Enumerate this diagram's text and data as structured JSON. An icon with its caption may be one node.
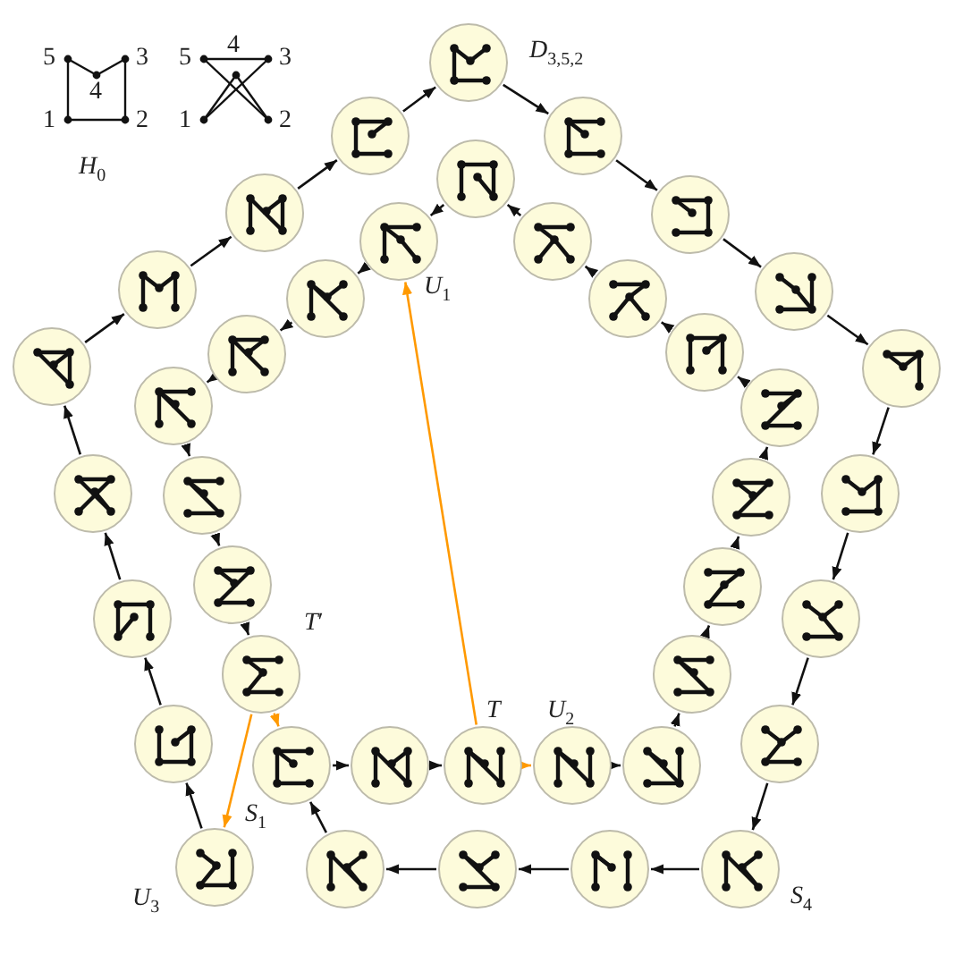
{
  "diagram": {
    "nodes": [
      {
        "text": [],
        "shape": "picture",
        "beside": [
          "*U*$_{3}$"
        ]
      },
      {
        "text": [],
        "shape": "picture"
      },
      {
        "text": [],
        "shape": "picture"
      },
      {
        "text": [],
        "shape": "picture"
      },
      {
        "text": [],
        "shape": "picture"
      },
      {
        "text": [],
        "shape": "picture"
      },
      {
        "text": [],
        "shape": "picture"
      },
      {
        "text": [],
        "shape": "picture"
      },
      {
        "text": [],
        "shape": "picture",
        "beside": [
          "*D*$_{3,5,2}$"
        ]
      },
      {
        "text": [],
        "shape": "picture"
      },
      {
        "text": [],
        "shape": "picture"
      },
      {
        "text": [],
        "shape": "picture"
      },
      {
        "text": [],
        "shape": "picture"
      },
      {
        "text": [],
        "shape": "picture"
      },
      {
        "text": [],
        "shape": "picture"
      },
      {
        "text": [],
        "shape": "picture"
      },
      {
        "text": [],
        "shape": "picture",
        "beside": [
          "*S*$_{4}$"
        ]
      },
      {
        "text": [],
        "shape": "picture"
      },
      {
        "text": [],
        "shape": "picture"
      },
      {
        "text": [],
        "shape": "picture"
      },
      {
        "text": [],
        "shape": "picture",
        "beside": [
          "*S*$_{1}$"
        ]
      },
      {
        "text": [],
        "shape": "picture"
      },
      {
        "text": [],
        "shape": "picture",
        "beside": [
          "*T*"
        ]
      },
      {
        "text": [],
        "shape": "picture",
        "beside": [
          "*U*$_{2}$"
        ]
      },
      {
        "text": [],
        "shape": "picture"
      },
      {
        "text": [],
        "shape": "picture"
      },
      {
        "text": [],
        "shape": "picture"
      },
      {
        "text": [],
        "shape": "picture"
      },
      {
        "text": [],
        "shape": "picture"
      },
      {
        "text": [],
        "shape": "picture"
      },
      {
        "text": [],
        "shape": "picture"
      },
      {
        "text": [],
        "shape": "picture"
      },
      {
        "text": [],
        "shape": "picture"
      },
      {
        "text": [],
        "shape": "picture",
        "beside": [
          "*U*$_{1}$"
        ]
      },
      {
        "text": [],
        "shape": "picture"
      },
      {
        "text": [],
        "shape": "picture"
      },
      {
        "text": [],
        "shape": "picture"
      },
      {
        "text": [],
        "shape": "picture"
      },
      {
        "text": [],
        "shape": "picture"
      },
      {
        "text": [],
        "shape": "picture",
        "beside": [
          "*T*′"
        ]
      }
    ],
    "edges": [
      {
        "from": 0,
        "to": 1,
        "arrow": "to"
      },
      {
        "from": 1,
        "to": 2,
        "arrow": "to"
      },
      {
        "from": 2,
        "to": 3,
        "arrow": "to"
      },
      {
        "from": 3,
        "to": 4,
        "arrow": "to"
      },
      {
        "from": 4,
        "to": 5,
        "arrow": "to"
      },
      {
        "from": 5,
        "to": 6,
        "arrow": "to"
      },
      {
        "from": 6,
        "to": 7,
        "arrow": "to"
      },
      {
        "from": 7,
        "to": 8,
        "arrow": "to"
      },
      {
        "from": 8,
        "to": 9,
        "arrow": "to"
      },
      {
        "from": 9,
        "to": 10,
        "arrow": "to"
      },
      {
        "from": 10,
        "to": 11,
        "arrow": "to"
      },
      {
        "from": 11,
        "to": 12,
        "arrow": "to"
      },
      {
        "from": 12,
        "to": 13,
        "arrow": "to"
      },
      {
        "from": 13,
        "to": 14,
        "arrow": "to"
      },
      {
        "from": 14,
        "to": 15,
        "arrow": "to"
      },
      {
        "from": 15,
        "to": 16,
        "arrow": "to"
      },
      {
        "from": 16,
        "to": 17,
        "arrow": "to"
      },
      {
        "from": 17,
        "to": 18,
        "arrow": "to"
      },
      {
        "from": 18,
        "to": 19,
        "arrow": "to"
      },
      {
        "from": 19,
        "to": 20,
        "arrow": "to"
      },
      {
        "from": 20,
        "to": 21,
        "arrow": "to"
      },
      {
        "from": 21,
        "to": 22,
        "arrow": "to"
      },
      {
        "from": 23,
        "to": 24,
        "arrow": "to"
      },
      {
        "from": 24,
        "to": 25,
        "arrow": "to"
      },
      {
        "from": 25,
        "to": 26,
        "arrow": "to"
      },
      {
        "from": 26,
        "to": 27,
        "arrow": "to"
      },
      {
        "from": 27,
        "to": 28,
        "arrow": "to"
      },
      {
        "from": 28,
        "to": 29,
        "arrow": "to"
      },
      {
        "from": 29,
        "to": 30,
        "arrow": "to"
      },
      {
        "from": 30,
        "to": 31,
        "arrow": "to"
      },
      {
        "from": 31,
        "to": 32,
        "arrow": "to"
      },
      {
        "from": 32,
        "to": 33,
        "arrow": "to"
      },
      {
        "from": 33,
        "to": 34,
        "arrow": "to"
      },
      {
        "from": 34,
        "to": 35,
        "arrow": "to"
      },
      {
        "from": 35,
        "to": 36,
        "arrow": "to"
      },
      {
        "from": 36,
        "to": 37,
        "arrow": "to"
      },
      {
        "from": 37,
        "to": 38,
        "arrow": "to"
      },
      {
        "from": 38,
        "to": 39,
        "arrow": "to"
      },
      {
        "from": 39,
        "to": 20,
        "arrow": "to",
        "color": "#ff9900"
      },
      {
        "from": 39,
        "to": 0,
        "arrow": "to",
        "color": "#ff9900"
      },
      {
        "from": 22,
        "to": 33,
        "arrow": "to",
        "color": "#ff9900"
      },
      {
        "from": 22,
        "to": 23,
        "arrow": "to",
        "color": "#ff9900"
      }
    ],
    "labels": [
      "5",
      "3",
      "4",
      "1",
      "2",
      "5",
      "4",
      "3",
      "1",
      "2",
      "*H*$_{0}$"
    ]
  }
}
